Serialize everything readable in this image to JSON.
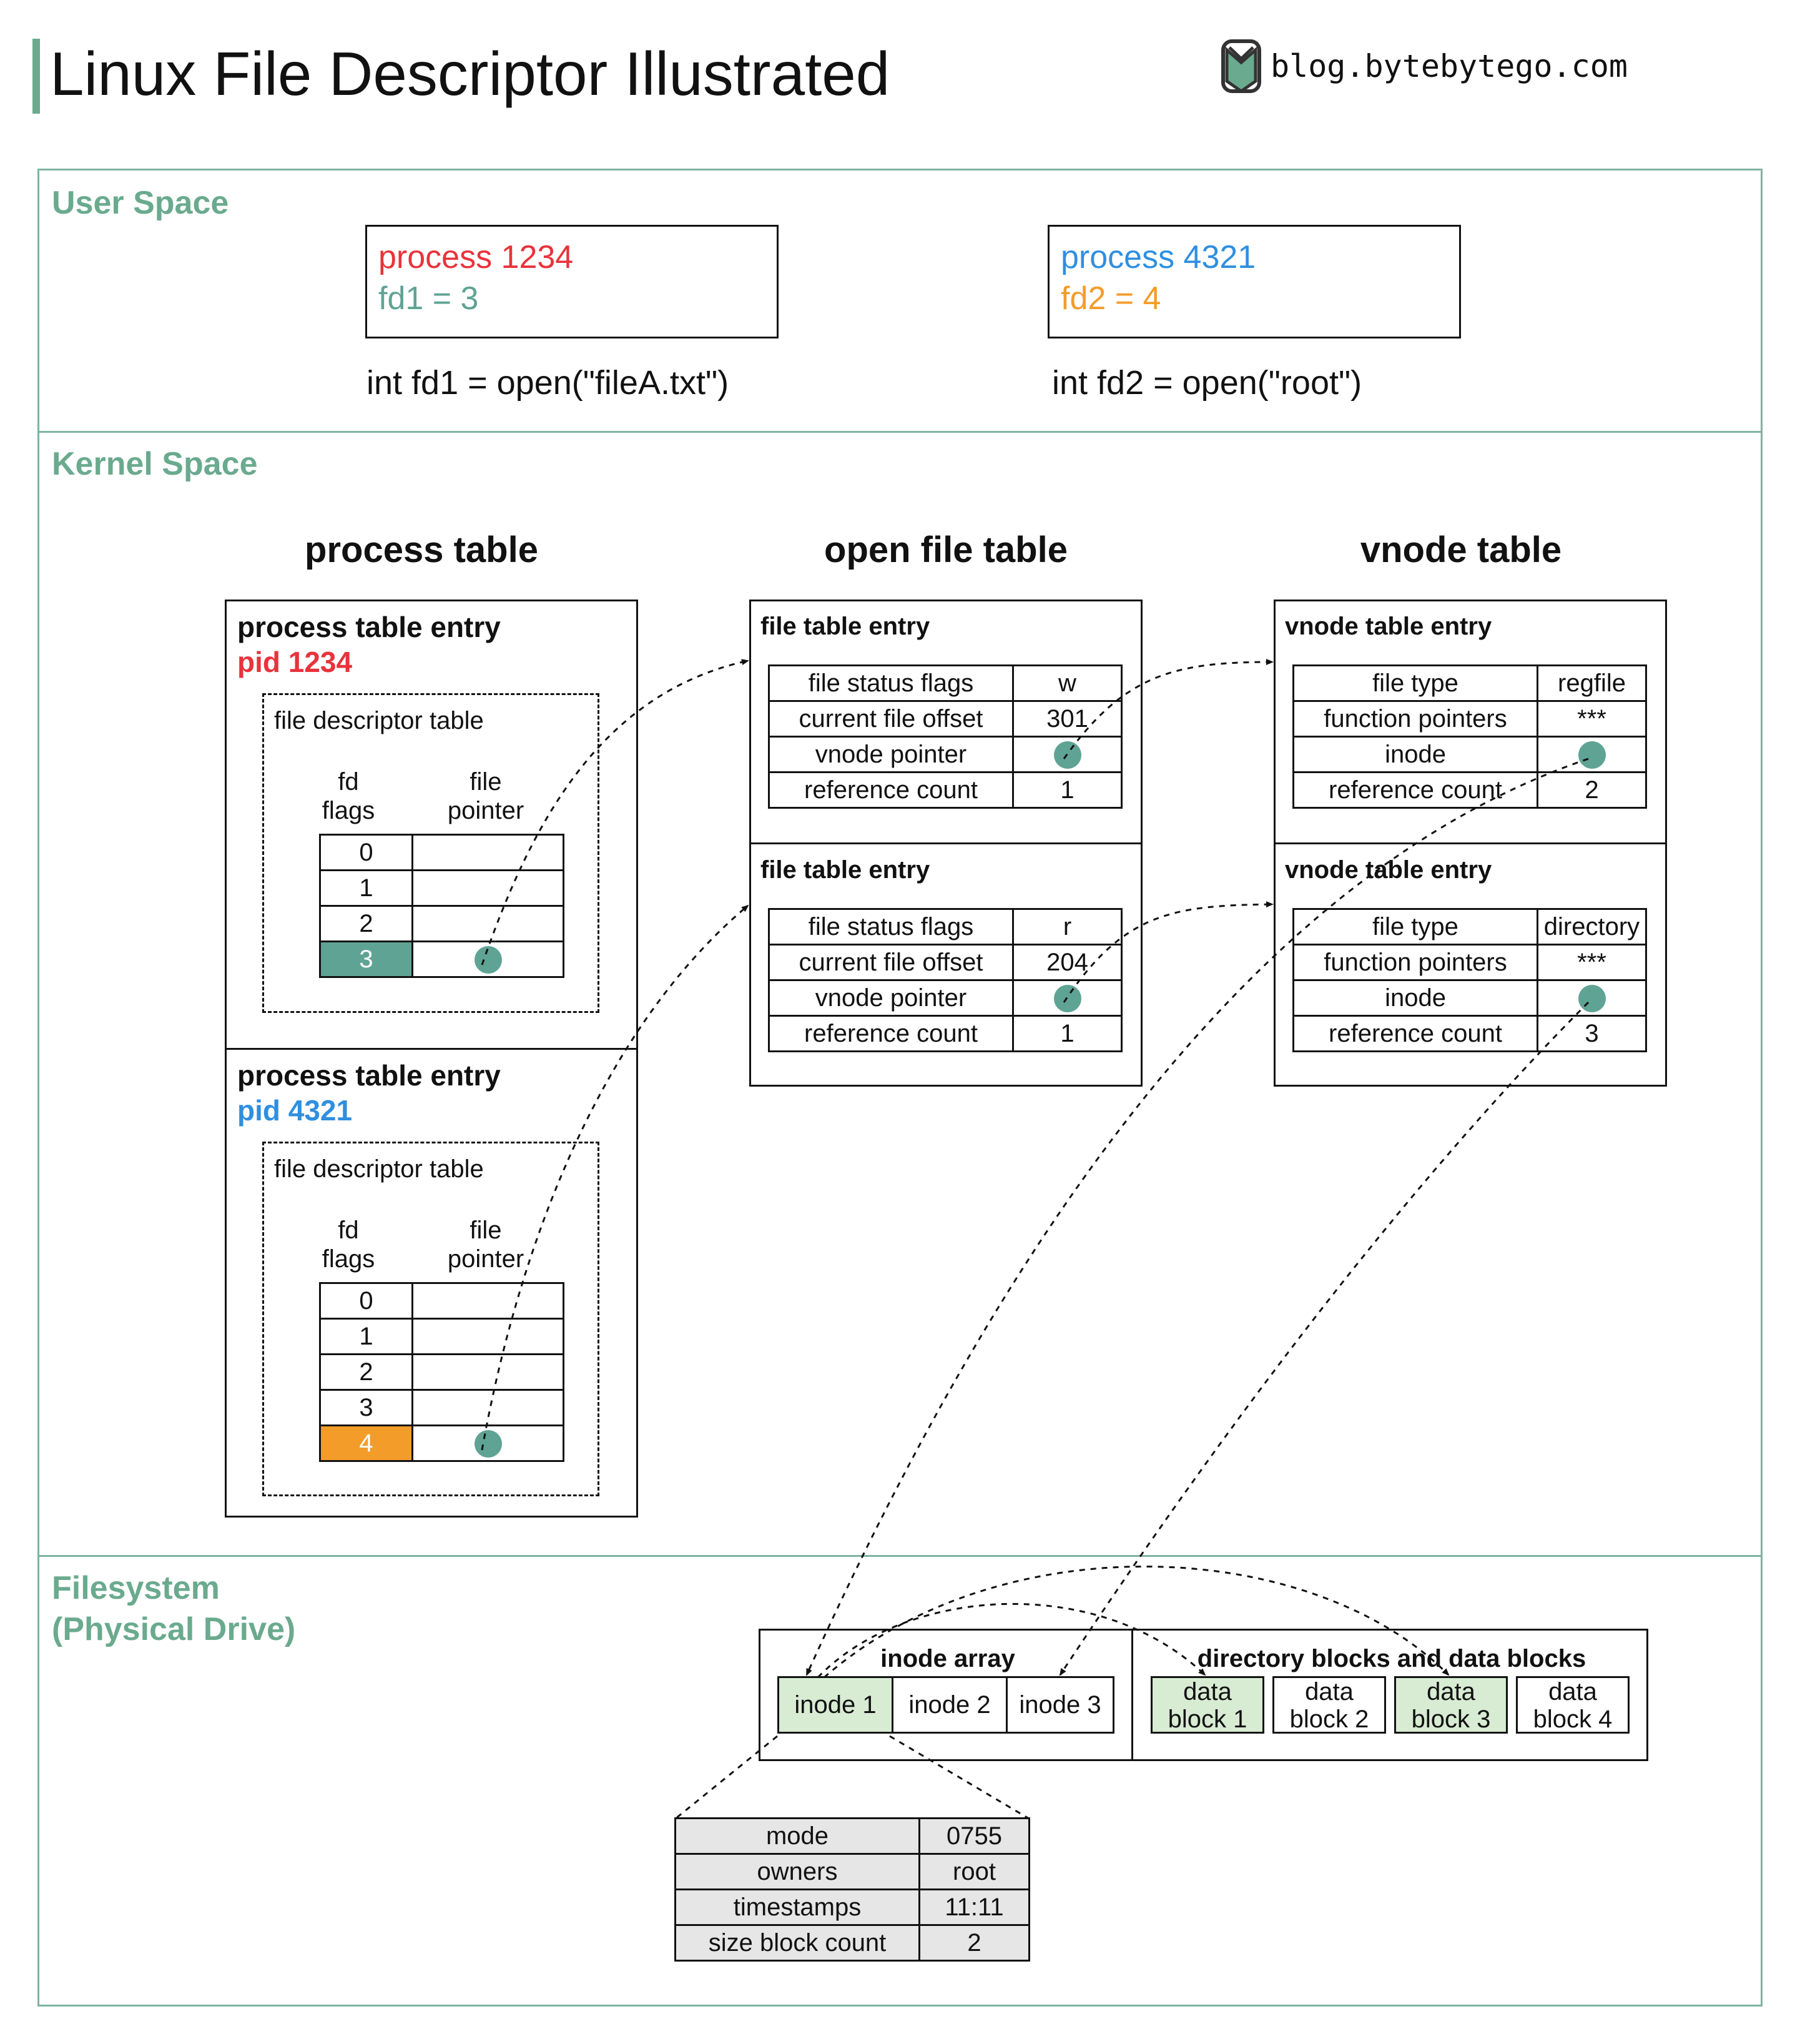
{
  "header": {
    "title": "Linux File Descriptor Illustrated",
    "brand": "blog.bytebytego.com"
  },
  "sections": {
    "user": "User Space",
    "kernel": "Kernel Space",
    "filesystem_line1": "Filesystem",
    "filesystem_line2": "(Physical Drive)"
  },
  "user_space": {
    "p1": {
      "name": "process 1234",
      "fd": "fd1 = 3",
      "code": "int fd1 = open(\"fileA.txt\")"
    },
    "p2": {
      "name": "process 4321",
      "fd": "fd2 = 4",
      "code": "int fd2 = open(\"root\")"
    }
  },
  "kernel": {
    "process_table_title": "process table",
    "open_file_table_title": "open file table",
    "vnode_table_title": "vnode table",
    "process_entries": [
      {
        "heading": "process table entry",
        "pid": "pid 1234",
        "fdt_label": "file descriptor table",
        "col_fd": [
          "fd",
          "flags"
        ],
        "col_ptr": [
          "file",
          "pointer"
        ],
        "fds": [
          "0",
          "1",
          "2",
          "3"
        ]
      },
      {
        "heading": "process table entry",
        "pid": "pid 4321",
        "fdt_label": "file descriptor table",
        "col_fd": [
          "fd",
          "flags"
        ],
        "col_ptr": [
          "file",
          "pointer"
        ],
        "fds": [
          "0",
          "1",
          "2",
          "3",
          "4"
        ]
      }
    ],
    "file_entries": [
      {
        "heading": "file table entry",
        "rows": [
          [
            "file status flags",
            "w"
          ],
          [
            "current file offset",
            "301"
          ],
          [
            "vnode pointer",
            ""
          ],
          [
            "reference count",
            "1"
          ]
        ]
      },
      {
        "heading": "file table entry",
        "rows": [
          [
            "file status flags",
            "r"
          ],
          [
            "current file offset",
            "204"
          ],
          [
            "vnode pointer",
            ""
          ],
          [
            "reference count",
            "1"
          ]
        ]
      }
    ],
    "vnode_entries": [
      {
        "heading": "vnode table entry",
        "rows": [
          [
            "file type",
            "regfile"
          ],
          [
            "function pointers",
            "***"
          ],
          [
            "inode",
            ""
          ],
          [
            "reference count",
            "2"
          ]
        ]
      },
      {
        "heading": "vnode table entry",
        "rows": [
          [
            "file type",
            "directory"
          ],
          [
            "function pointers",
            "***"
          ],
          [
            "inode",
            ""
          ],
          [
            "reference count",
            "3"
          ]
        ]
      }
    ]
  },
  "filesystem": {
    "inode_array_title": "inode array",
    "inodes": [
      "inode 1",
      "inode 2",
      "inode 3"
    ],
    "blocks_title": "directory blocks and data blocks",
    "blocks": [
      [
        "data",
        "block 1"
      ],
      [
        "data",
        "block 2"
      ],
      [
        "data",
        "block 3"
      ],
      [
        "data",
        "block 4"
      ]
    ],
    "inode_details": [
      [
        "mode",
        "0755"
      ],
      [
        "owners",
        "root"
      ],
      [
        "timestamps",
        "11:11"
      ],
      [
        "size block count",
        "2"
      ]
    ]
  },
  "colors": {
    "accent": "#6aaa8e",
    "teal": "#5fa394",
    "red": "#e8333b",
    "blue": "#2f8fe0",
    "orange": "#f39c2a",
    "green_fill": "#d8ebd3"
  }
}
